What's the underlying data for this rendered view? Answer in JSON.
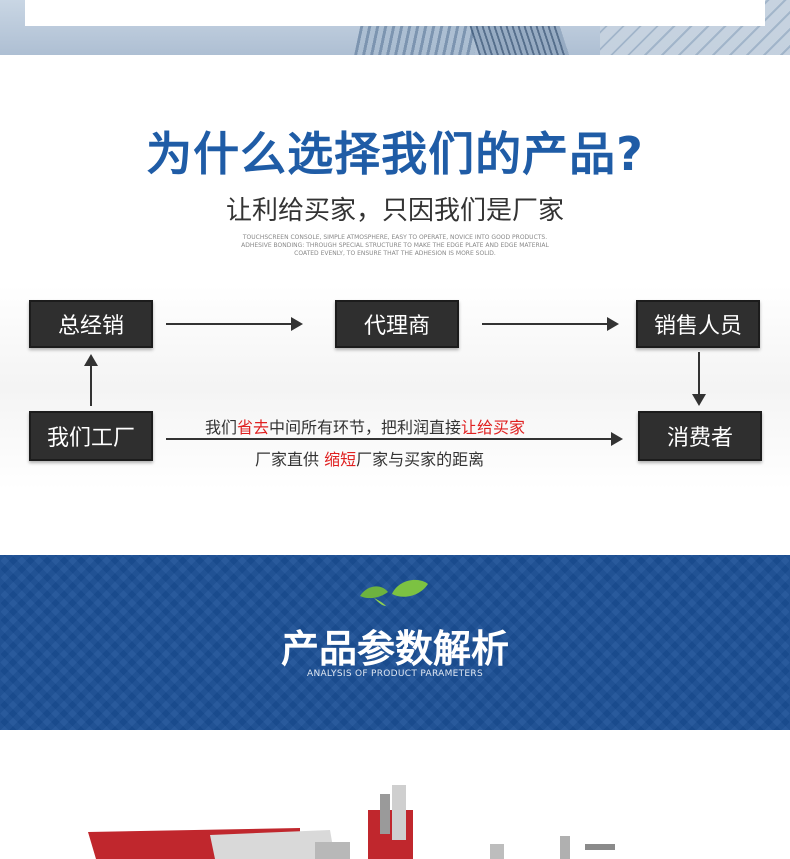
{
  "heading": {
    "title": "为什么选择我们的产品?",
    "subtitle": "让利给买家，只因我们是厂家",
    "fine_print": "TOUCHSCREEN CONSOLE, SIMPLE ATMOSPHERE, EASY TO OPERATE, NOVICE INTO GOOD PRODUCTS. ADHESIVE BONDING: THROUGH SPECIAL STRUCTURE TO MAKE THE EDGE PLATE AND EDGE MATERIAL COATED EVENLY, TO ENSURE THAT THE ADHESION IS MORE SOLID."
  },
  "flow": {
    "general_distributor": "总经销",
    "agent": "代理商",
    "sales_staff": "销售人员",
    "our_factory": "我们工厂",
    "consumer": "消费者",
    "line1_a": "我们",
    "line1_red1": "省去",
    "line1_b": "中间所有环节，把利润直接",
    "line1_red2": "让给买家",
    "line2_a": "厂家直供 ",
    "line2_red": "缩短",
    "line2_b": "厂家与买家的距离"
  },
  "band": {
    "title": "产品参数解析",
    "subtitle": "ANALYSIS OF PRODUCT PARAMETERS"
  },
  "colors": {
    "heading_blue": "#1f5ca6",
    "band_blue": "#1b4f96",
    "box_dark": "#2f2f2f",
    "highlight_red": "#e02020",
    "leaf_green": "#7cc242"
  }
}
